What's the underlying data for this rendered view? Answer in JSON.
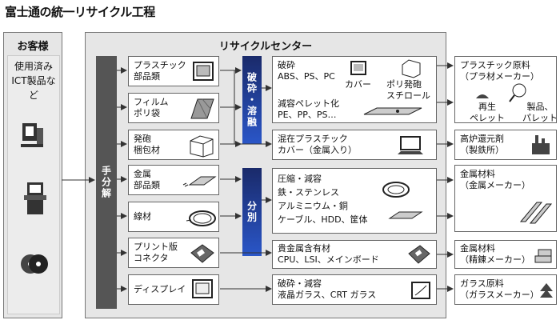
{
  "title": "富士通の統一リサイクル工程",
  "customer": {
    "header": "お客様",
    "desc_line1": "使用済み",
    "desc_line2": "ICT製品など",
    "icons": [
      "desktop-pc-icon",
      "kiosk-terminal-icon",
      "disc-icon"
    ]
  },
  "center": {
    "header": "リサイクルセンター",
    "manual_sort": "手分解",
    "crush_label": "破砕・溶融",
    "sort_label": "分別"
  },
  "items": [
    {
      "line1": "プラスチック",
      "line2": "部品類",
      "icon": "computer-case-icon"
    },
    {
      "line1": "フィルム",
      "line2": "ポリ袋",
      "icon": "film-bag-icon"
    },
    {
      "line1": "発砲",
      "line2": "梱包材",
      "icon": "foam-box-icon"
    },
    {
      "line1": "金属",
      "line2": "部品類",
      "icon": "metal-parts-icon"
    },
    {
      "line1": "線材",
      "line2": "",
      "icon": "wire-coil-icon"
    },
    {
      "line1": "プリント版",
      "line2": "コネクタ",
      "icon": "circuit-board-icon"
    },
    {
      "line1": "ディスプレイ",
      "line2": "",
      "icon": "display-monitor-icon"
    }
  ],
  "processes": [
    {
      "lines": [
        "破砕",
        "ABS、PS、PC"
      ],
      "cover": "カバー",
      "foam": [
        "ポリ発砲",
        "スチロール"
      ],
      "pellet": [
        "減容ペレット化",
        "PE、PP、PS…"
      ]
    },
    {
      "lines": [
        "混在プラスチック",
        "カバー（金属入り）"
      ]
    },
    {
      "lines": [
        "圧縮・減容",
        "鉄・ステンレス",
        "アルミニウム・銅",
        "ケーブル、HDD、筐体"
      ]
    },
    {
      "lines": [
        "貴金属含有材",
        "CPU、LSI、メインボード"
      ]
    },
    {
      "lines": [
        "破砕・減容",
        "液晶ガラス、CRT ガラス"
      ]
    }
  ],
  "outputs": [
    {
      "lines": [
        "プラスチック原料",
        "（プラ材メーカー）"
      ],
      "sub1": [
        "再生",
        "ペレット"
      ],
      "sub2": [
        "製品、",
        "パレット"
      ]
    },
    {
      "lines": [
        "高炉還元剤",
        "（製鉄所）"
      ]
    },
    {
      "lines": [
        "金属材料",
        "（金属メーカー）"
      ]
    },
    {
      "lines": [
        "金属材料",
        "（精錬メーカー）"
      ]
    },
    {
      "lines": [
        "ガラス原料",
        "（ガラスメーカー）"
      ]
    }
  ]
}
